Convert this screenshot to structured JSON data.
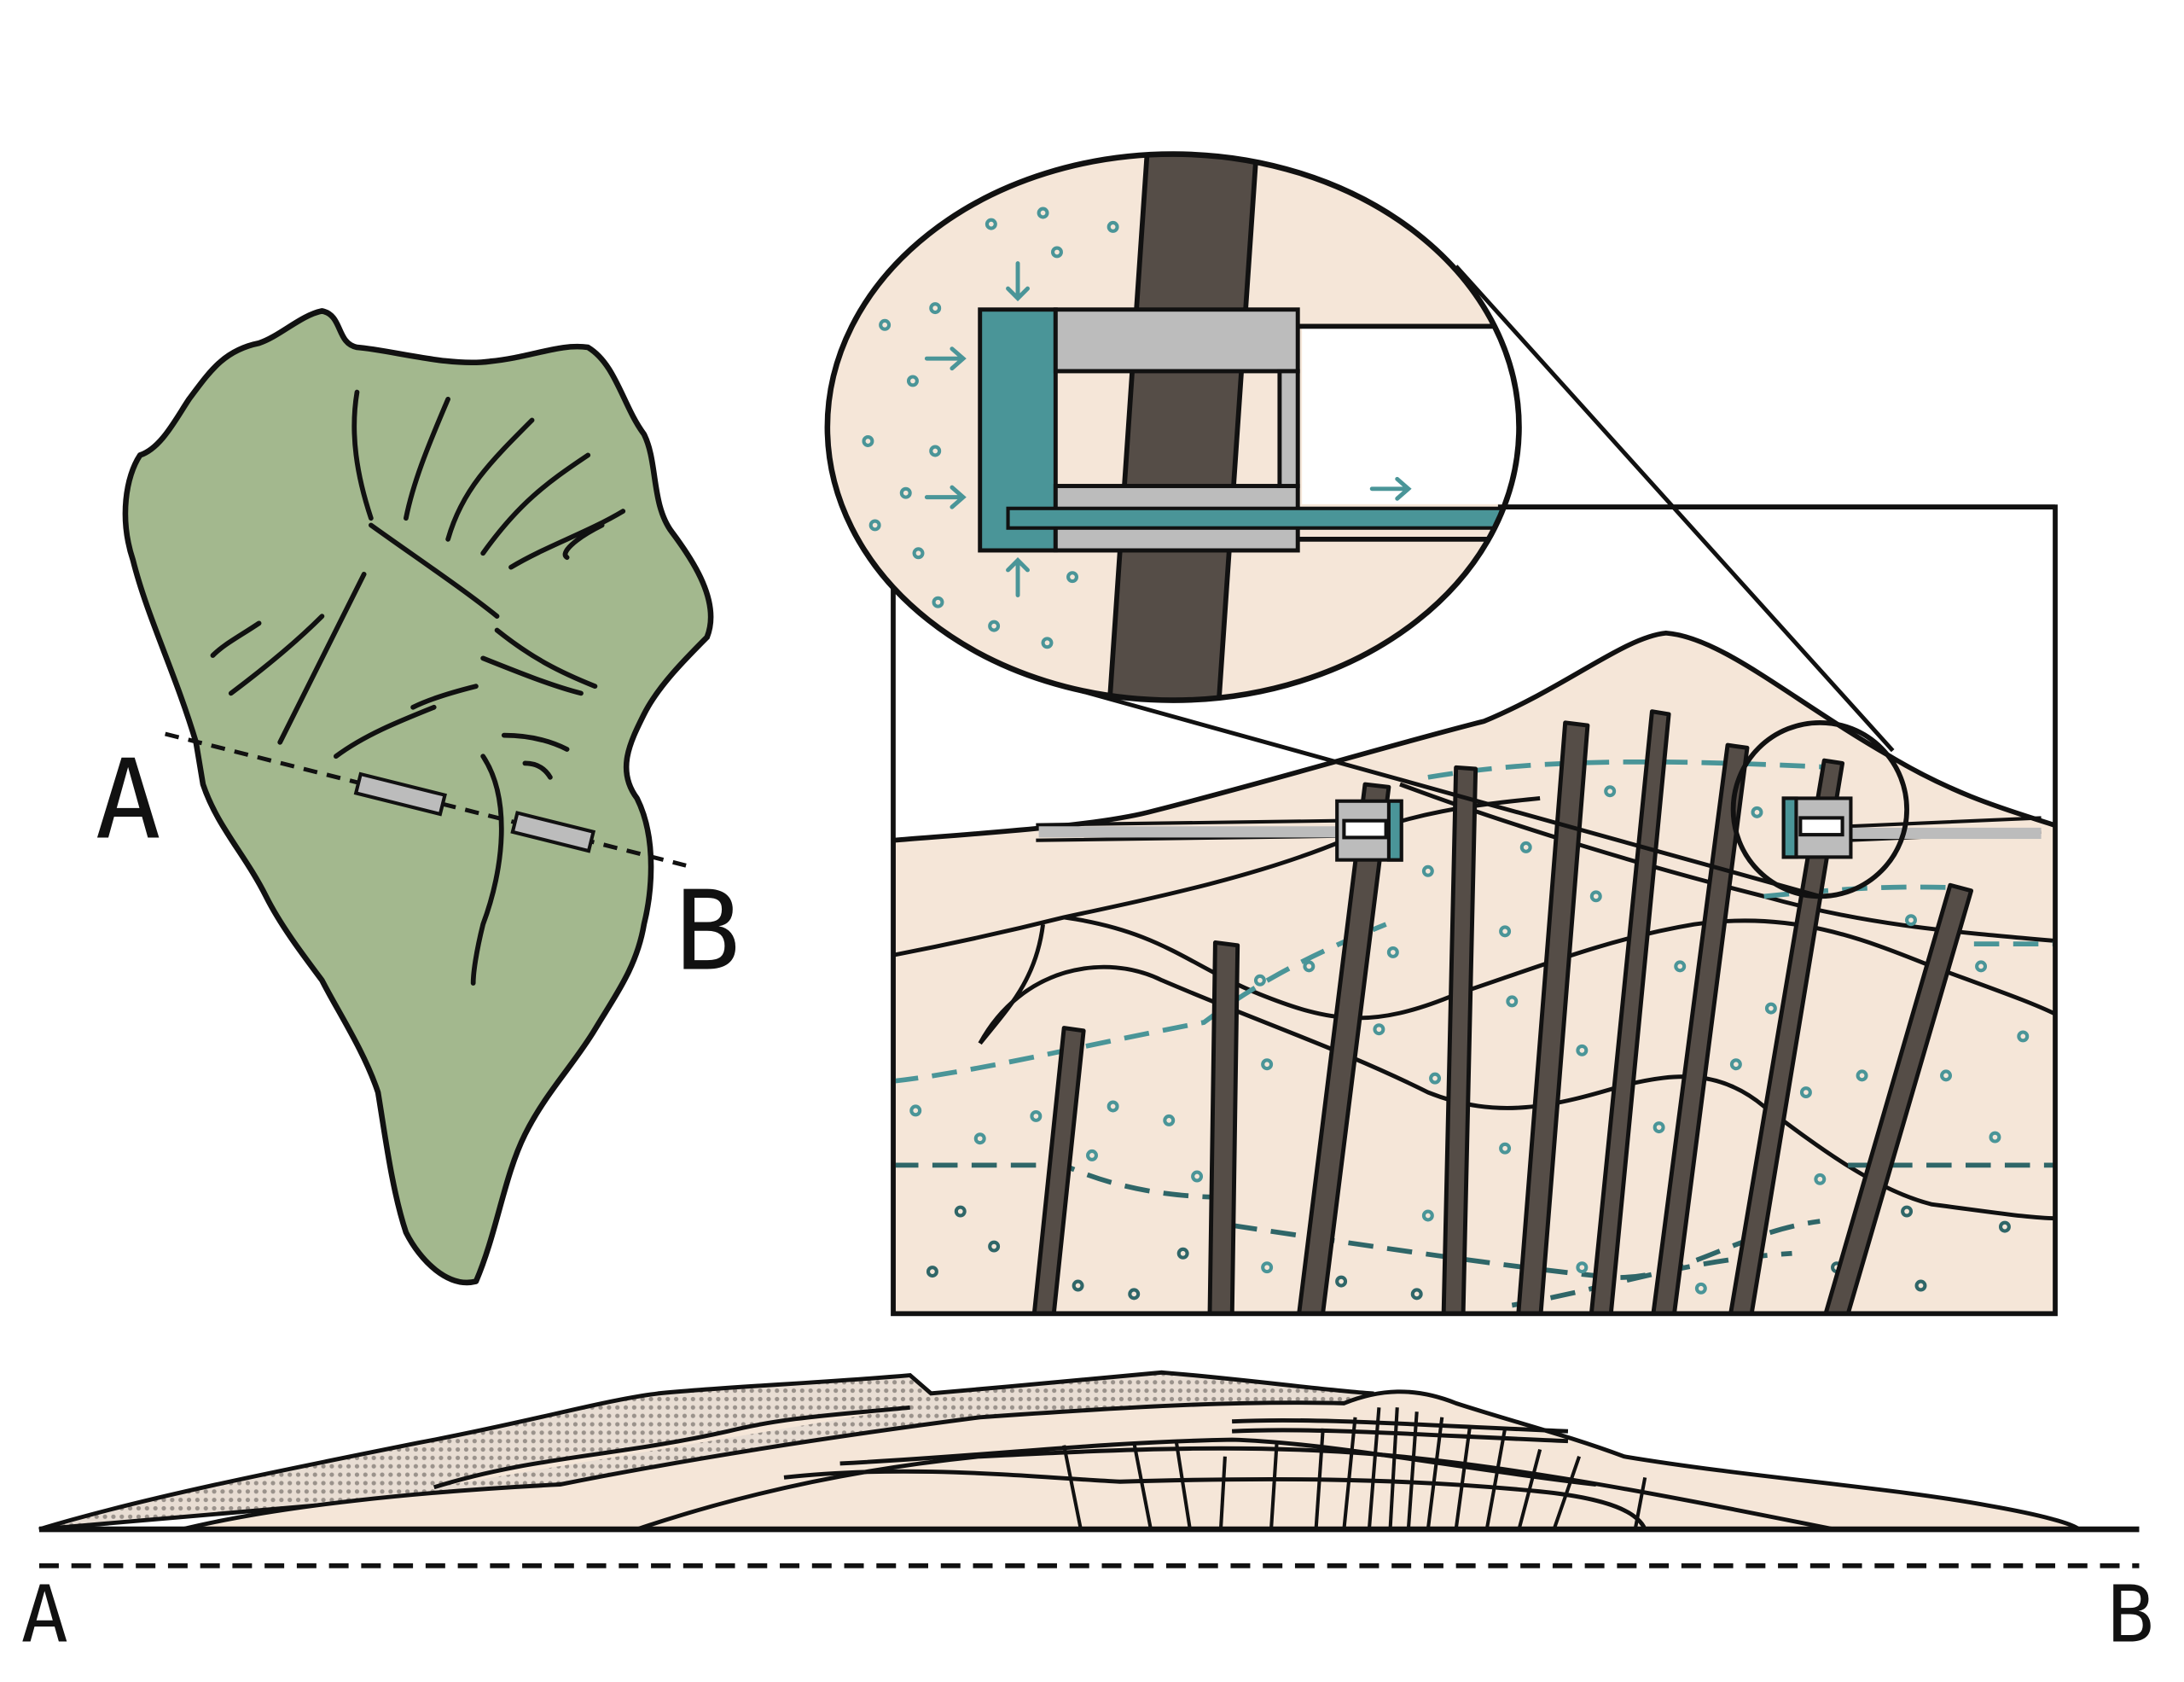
{
  "map": {
    "label_a": "A",
    "label_b": "B"
  },
  "cross_section": {
    "label_a": "A",
    "label_b": "B"
  },
  "colors": {
    "island_green": "#a3b88e",
    "rock_beige": "#f5e6d8",
    "water_teal": "#4a9598",
    "dark_teal": "#2f6668",
    "pile_brown": "#554d47",
    "pipe_gray": "#bcbcbc",
    "outline": "#111111"
  }
}
